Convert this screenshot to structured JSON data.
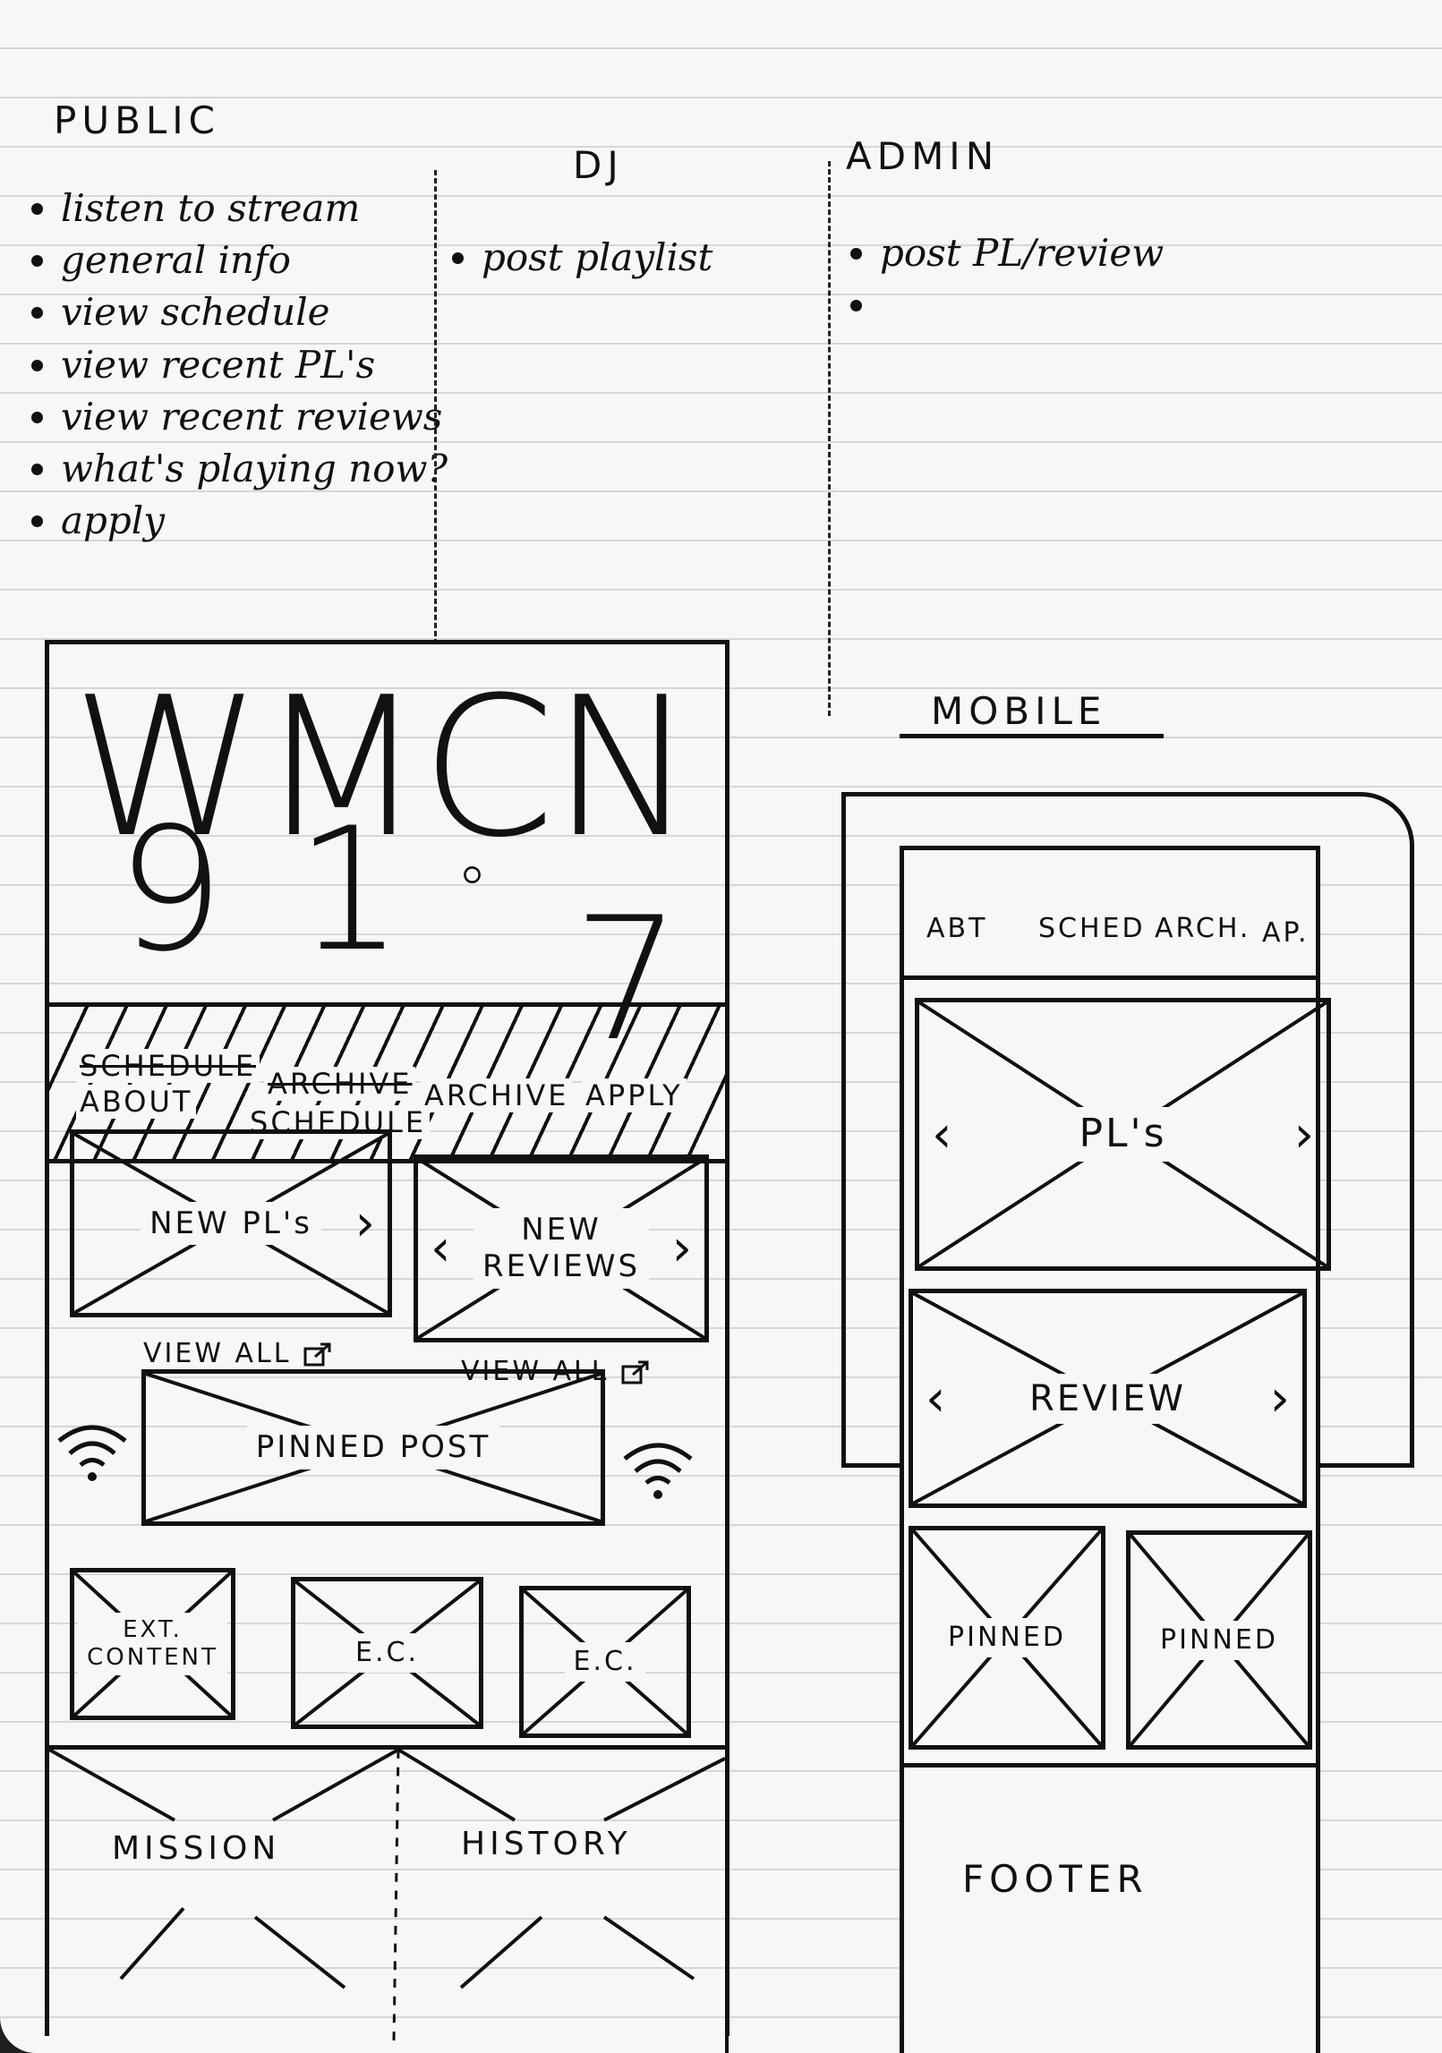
{
  "columns": {
    "public": {
      "title": "PUBLIC",
      "items": [
        "listen to stream",
        "general info",
        "view schedule",
        "view recent PL's",
        "view recent reviews",
        "what's playing now?",
        "apply"
      ]
    },
    "dj": {
      "title": "DJ",
      "items": [
        "post playlist"
      ]
    },
    "admin": {
      "title": "ADMIN",
      "items": [
        "post PL/review",
        ""
      ]
    }
  },
  "desktop": {
    "logo_line1": "WMCN",
    "logo_digit1": "9",
    "logo_digit2": "1",
    "logo_dot": "°",
    "logo_digit3": "7",
    "nav": {
      "crossed_schedule": "SCHEDULE",
      "about": "ABOUT",
      "crossed_archive": "ARCHIVE",
      "schedule": "SCHEDULE",
      "archive": "ARCHIVE",
      "apply": "APPLY"
    },
    "new_pls": "NEW PL's",
    "new_reviews_line1": "NEW",
    "new_reviews_line2": "REVIEWS",
    "view_all_1": "VIEW ALL",
    "view_all_2": "VIEW ALL",
    "pinned_post": "PINNED POST",
    "ext_content_line1": "EXT.",
    "ext_content_line2": "CONTENT",
    "ec_1": "E.C.",
    "ec_2": "E.C.",
    "mission": "MISSION",
    "history": "HISTORY"
  },
  "mobile": {
    "label": "MOBILE",
    "nav": {
      "abt": "ABT",
      "sched": "SCHED",
      "arch": "ARCH.",
      "ap": "AP."
    },
    "pls": "PL's",
    "review": "REVIEW",
    "pinned_1": "PINNED",
    "pinned_2": "PINNED",
    "footer": "FOOTER"
  },
  "chevrons": {
    "left": "‹",
    "right": "›"
  },
  "icons": {
    "external_link": "external-link-icon",
    "wifi": "wifi-icon"
  }
}
